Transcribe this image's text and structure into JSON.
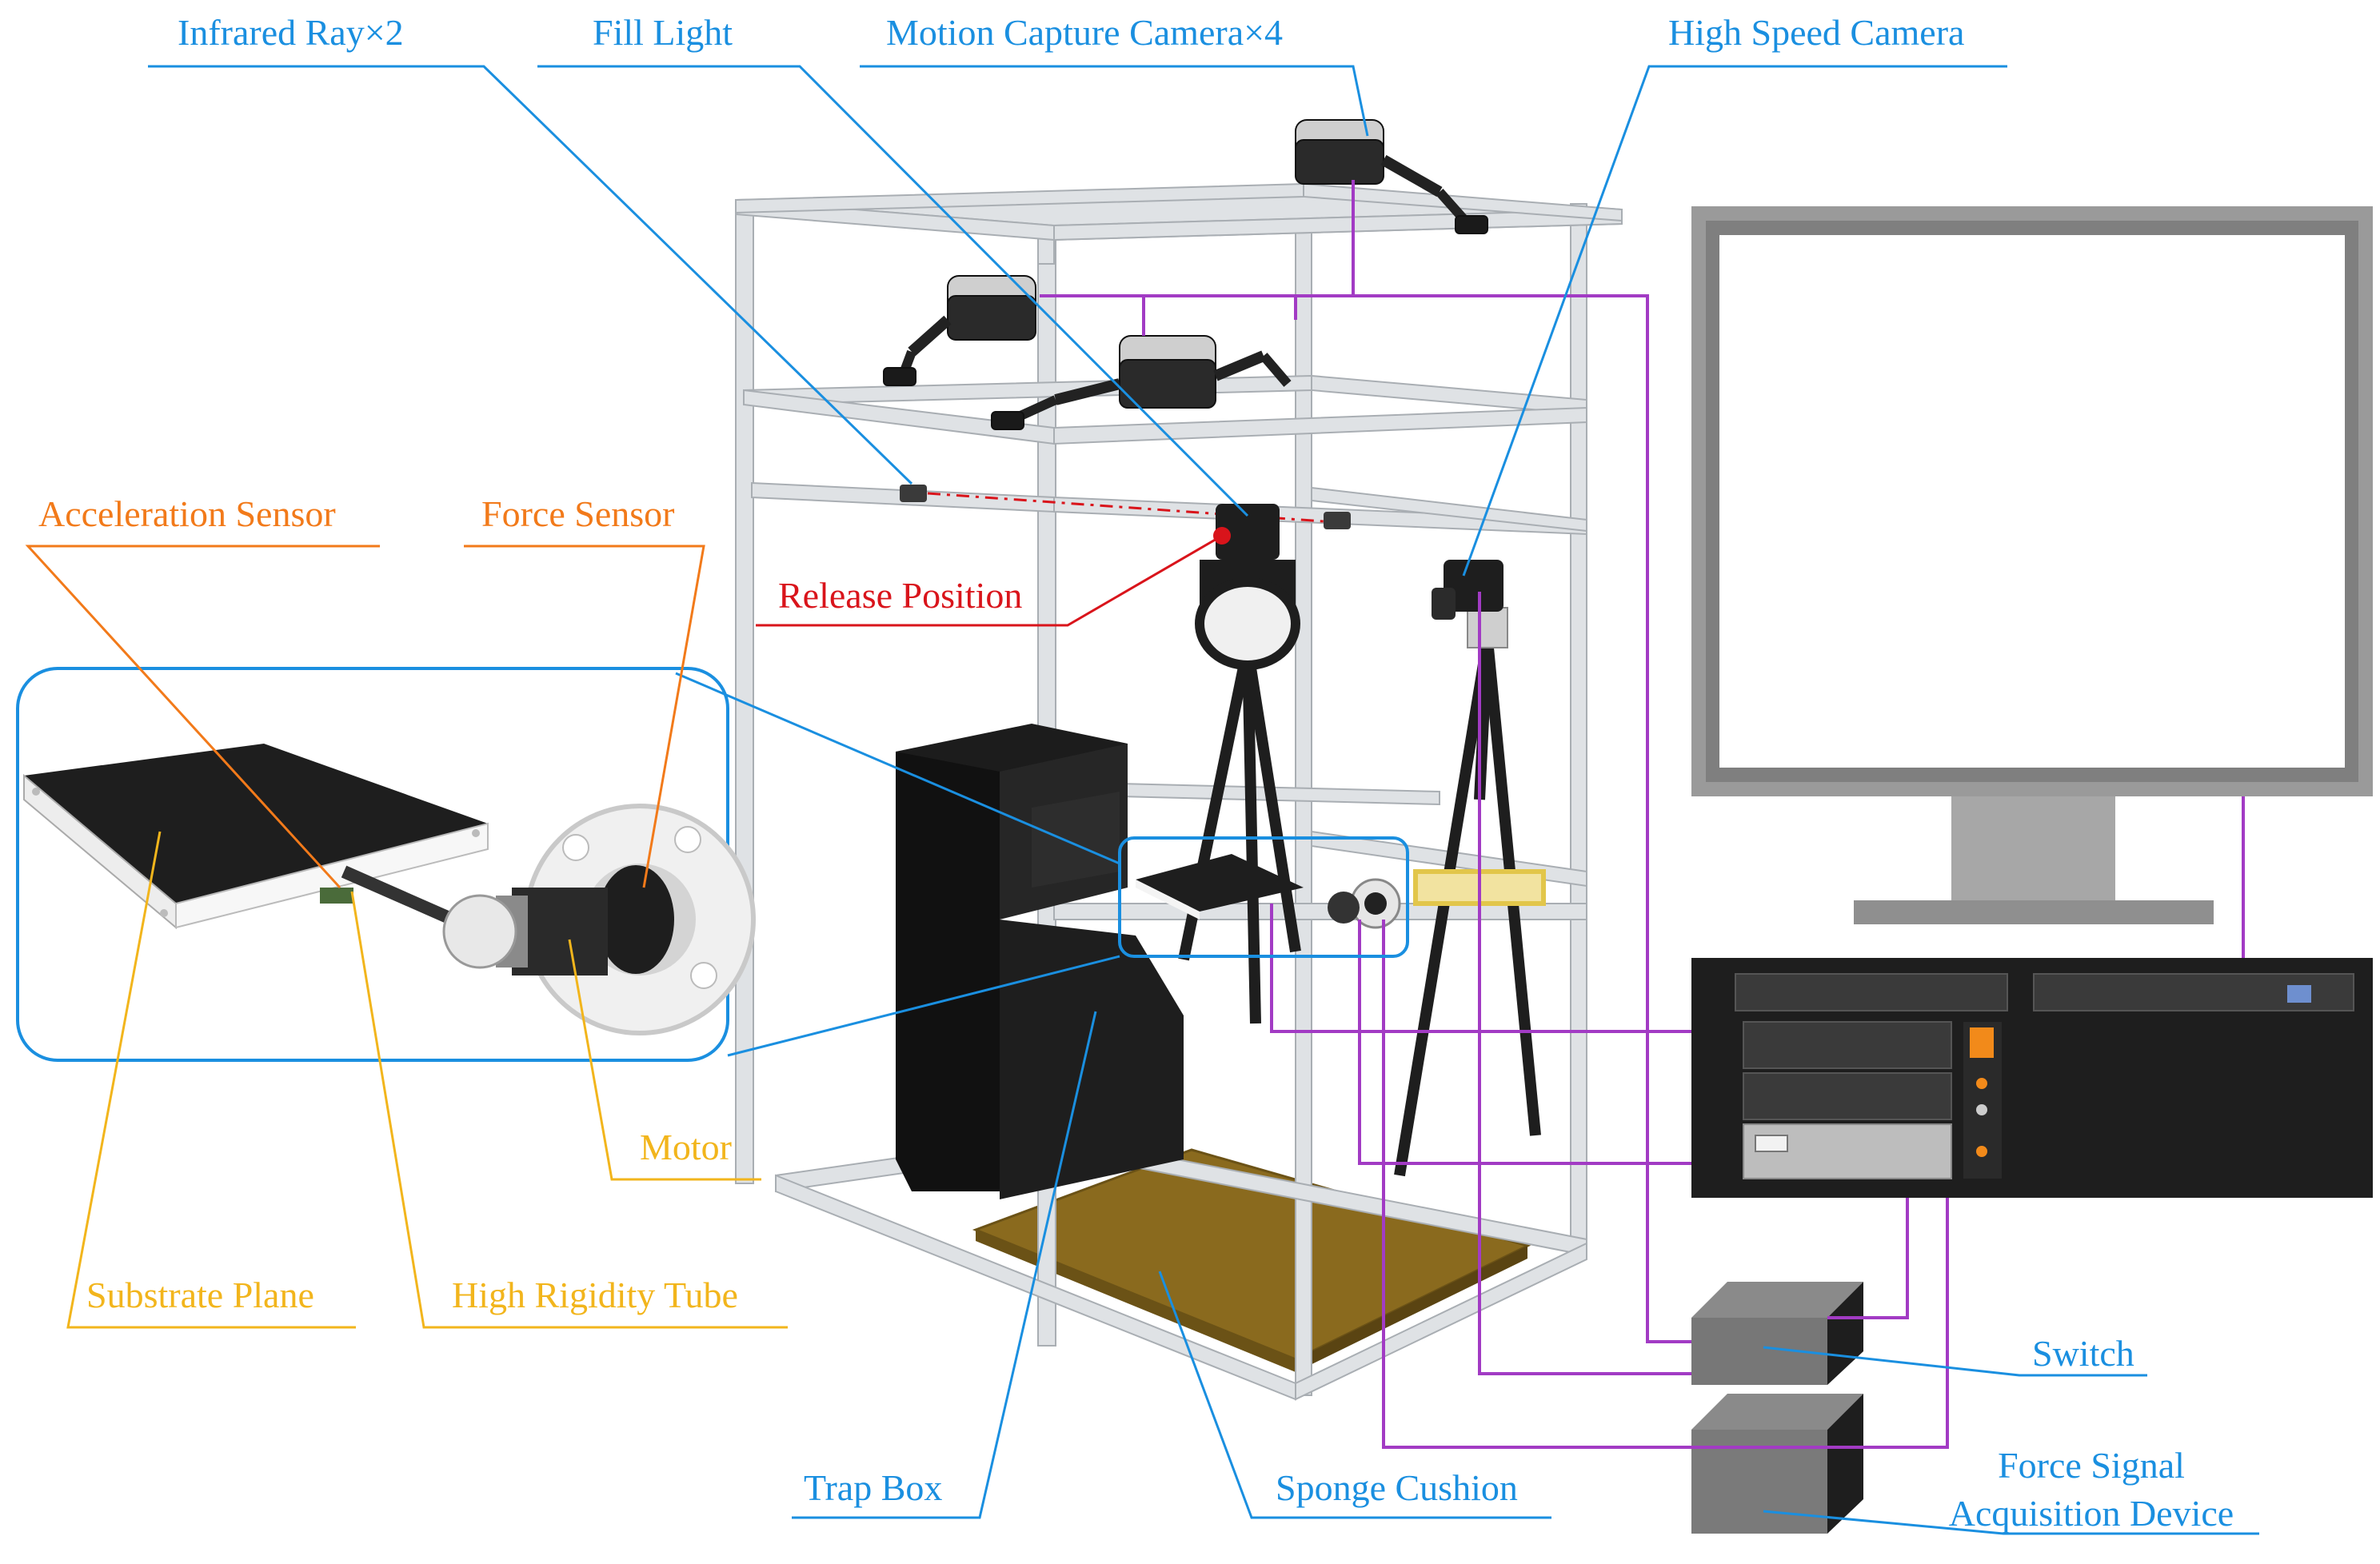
{
  "labels": {
    "infrared_ray": "Infrared Ray×2",
    "fill_light": "Fill Light",
    "motion_capture_camera": "Motion Capture Camera×4",
    "high_speed_camera": "High Speed Camera",
    "acceleration_sensor": "Acceleration Sensor",
    "force_sensor": "Force Sensor",
    "release_position": "Release Position",
    "motor": "Motor",
    "substrate_plane": "Substrate Plane",
    "high_rigidity_tube": "High Rigidity Tube",
    "trap_box": "Trap Box",
    "sponge_cushion": "Sponge Cushion",
    "switch": "Switch",
    "force_signal_line1": "Force Signal",
    "force_signal_line2": "Acquisition Device"
  },
  "colors": {
    "blue_leader": "#1a8fe0",
    "orange_leader": "#f27a1a",
    "red_leader": "#d9141b",
    "yellow_leader": "#f2b51c",
    "purple_wire": "#a23bc4",
    "frame": "#d8dbde",
    "equipment": "#1e1e1e",
    "cushion": "#8a6a1e"
  }
}
